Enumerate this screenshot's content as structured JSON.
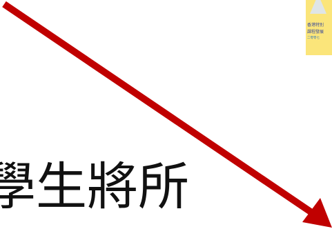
{
  "document": {
    "heading_text": "學生將所",
    "cover": {
      "line1": "香港特別",
      "line2": "課程發展",
      "line3": "二零零七"
    }
  },
  "annotation": {
    "icon": "arrow-down-right-icon",
    "color": "#c00000"
  },
  "colors": {
    "background": "#ffffff",
    "text": "#111111",
    "cover_yellow": "#fbe57a",
    "arrow_red": "#c00000"
  }
}
